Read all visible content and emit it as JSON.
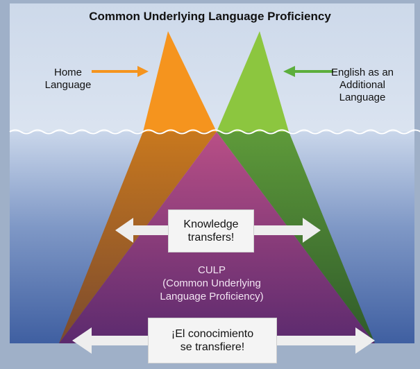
{
  "title": "Common Underlying Language Proficiency",
  "home_language": "Home Language",
  "english_additional": [
    "English as an",
    "Additional",
    "Language"
  ],
  "knowledge_transfers": [
    "Knowledge",
    "transfers!"
  ],
  "culp": [
    "CULP",
    "(Common Underlying",
    "Language Proficiency)"
  ],
  "conocimiento": [
    "¡El conocimiento",
    "se transfiere!"
  ],
  "colors": {
    "orange": "#f5941e",
    "green": "#8cc63f",
    "magenta": "#8e3b84",
    "sky": "#dfe8f4",
    "water": "#5a78b0"
  }
}
